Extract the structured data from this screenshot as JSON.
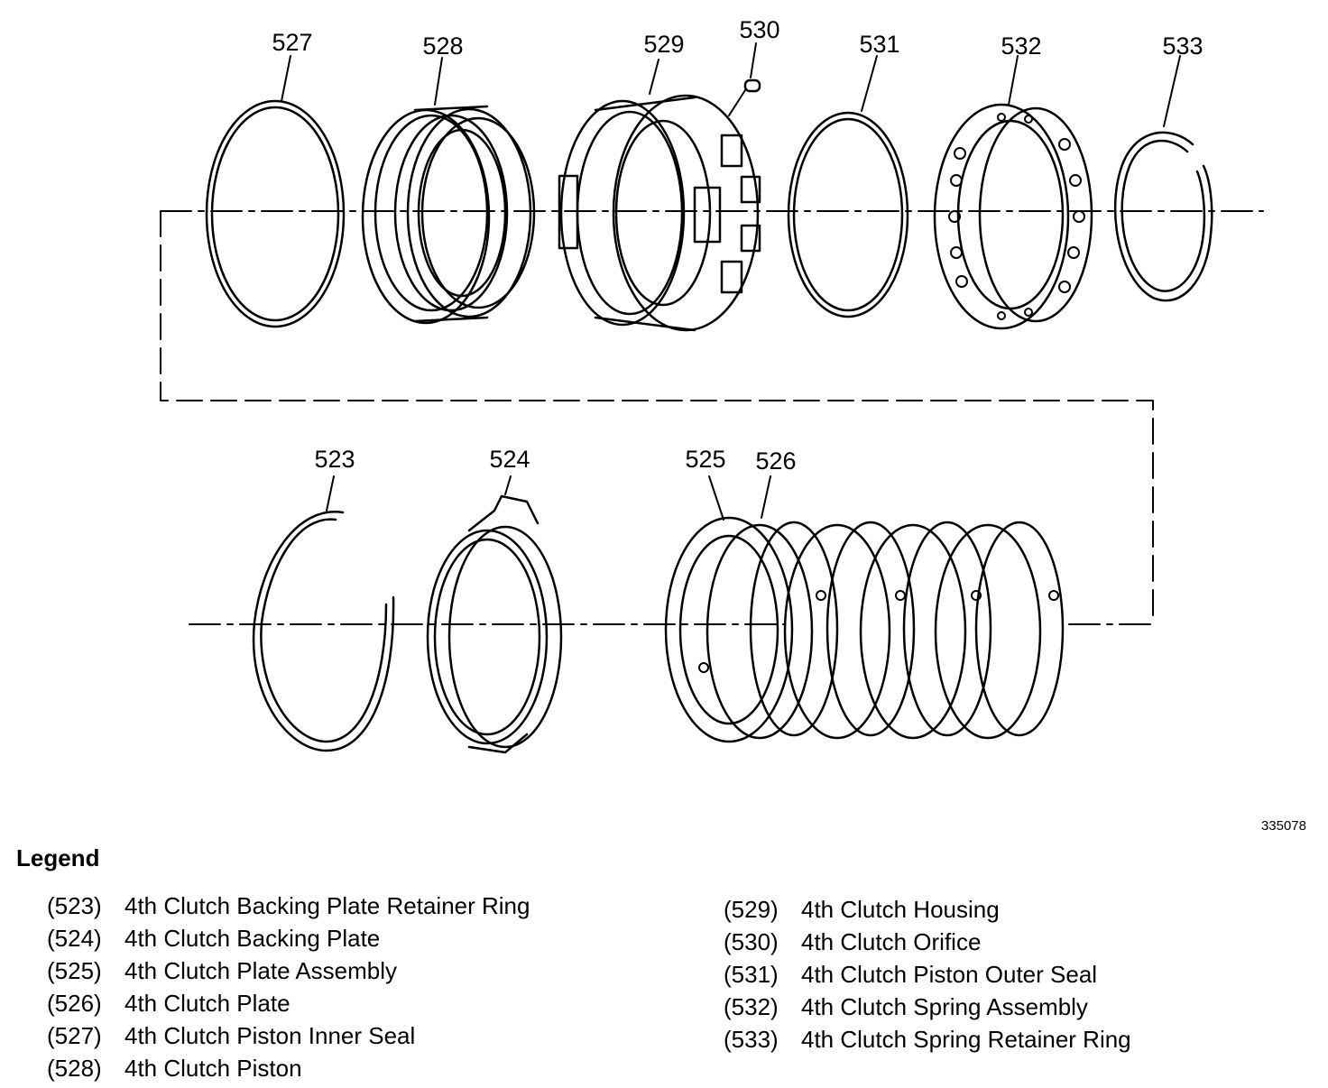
{
  "diagram": {
    "figure_id": "335078",
    "callouts": {
      "c523": "523",
      "c524": "524",
      "c525": "525",
      "c526": "526",
      "c527": "527",
      "c528": "528",
      "c529": "529",
      "c530": "530",
      "c531": "531",
      "c532": "532",
      "c533": "533"
    }
  },
  "legend": {
    "title": "Legend",
    "left": [
      {
        "num": "(523)",
        "text": "4th Clutch Backing Plate Retainer Ring"
      },
      {
        "num": "(524)",
        "text": "4th Clutch Backing Plate"
      },
      {
        "num": "(525)",
        "text": "4th Clutch Plate Assembly"
      },
      {
        "num": "(526)",
        "text": "4th Clutch Plate"
      },
      {
        "num": "(527)",
        "text": "4th Clutch Piston Inner Seal"
      },
      {
        "num": "(528)",
        "text": "4th Clutch Piston"
      }
    ],
    "right": [
      {
        "num": "(529)",
        "text": "4th Clutch Housing"
      },
      {
        "num": "(530)",
        "text": "4th Clutch Orifice"
      },
      {
        "num": "(531)",
        "text": "4th Clutch Piston Outer Seal"
      },
      {
        "num": "(532)",
        "text": "4th Clutch Spring Assembly"
      },
      {
        "num": "(533)",
        "text": "4th Clutch Spring Retainer Ring"
      }
    ]
  }
}
